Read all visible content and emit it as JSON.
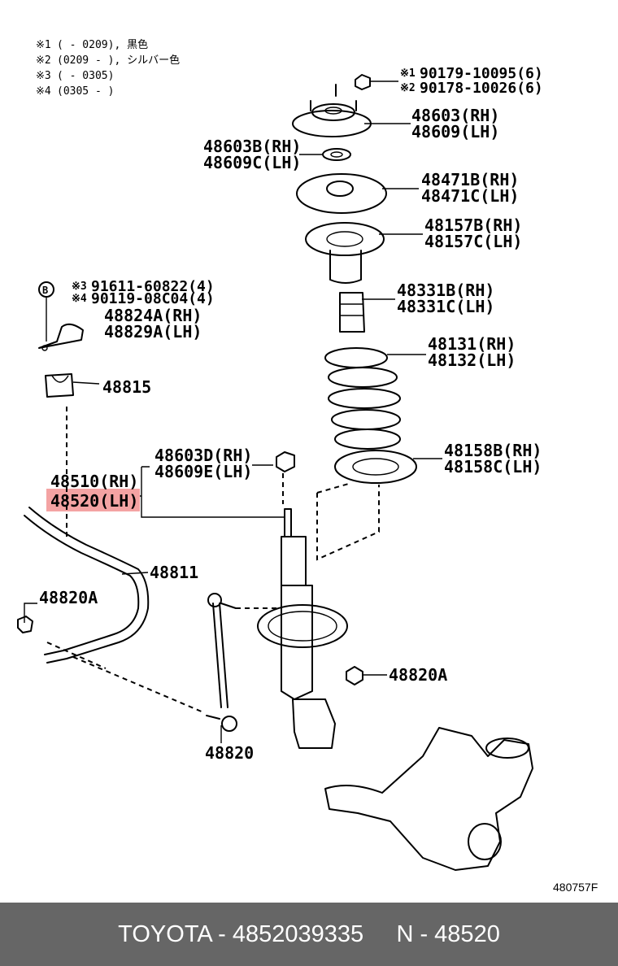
{
  "notes": [
    {
      "mark": "※1",
      "text": "(       - 0209), 黒色"
    },
    {
      "mark": "※2",
      "text": "(0209 -       ), シルバー色"
    },
    {
      "mark": "※3",
      "text": "(       - 0305)"
    },
    {
      "mark": "※4",
      "text": "(0305 -       )"
    }
  ],
  "callouts": {
    "n1_a": "※1",
    "n1_b": "90179-10095(6)",
    "n2_a": "※2",
    "n2_b": "90178-10026(6)",
    "p48603": "48603(RH)",
    "p48609": "48609(LH)",
    "p48603b": "48603B(RH)",
    "p48609c": "48609C(LH)",
    "p48471b": "48471B(RH)",
    "p48471c": "48471C(LH)",
    "p48157b": "48157B(RH)",
    "p48157c": "48157C(LH)",
    "p48331b": "48331B(RH)",
    "p48331c": "48331C(LH)",
    "p48131": "48131(RH)",
    "p48132": "48132(LH)",
    "p48158b": "48158B(RH)",
    "p48158c": "48158C(LH)",
    "b_mark": "B",
    "n3_a": "※3",
    "n3_b": "91611-60822(4)",
    "n4_a": "※4",
    "n4_b": "90119-08C04(4)",
    "p48824a": "48824A(RH)",
    "p48829a": "48829A(LH)",
    "p48815": "48815",
    "p48603d": "48603D(RH)",
    "p48609e": "48609E(LH)",
    "p48510": "48510(RH)",
    "p48520": "48520(LH)",
    "p48811": "48811",
    "p48820a_left": "48820A",
    "p48820a_right": "48820A",
    "p48820": "48820",
    "ref": "480757F"
  },
  "footer": {
    "text": "TOYOTA - 4852039335     N - 48520"
  },
  "colors": {
    "highlight": "#f4a3a3",
    "footer_bg": "#666666",
    "footer_text": "#ffffff"
  }
}
